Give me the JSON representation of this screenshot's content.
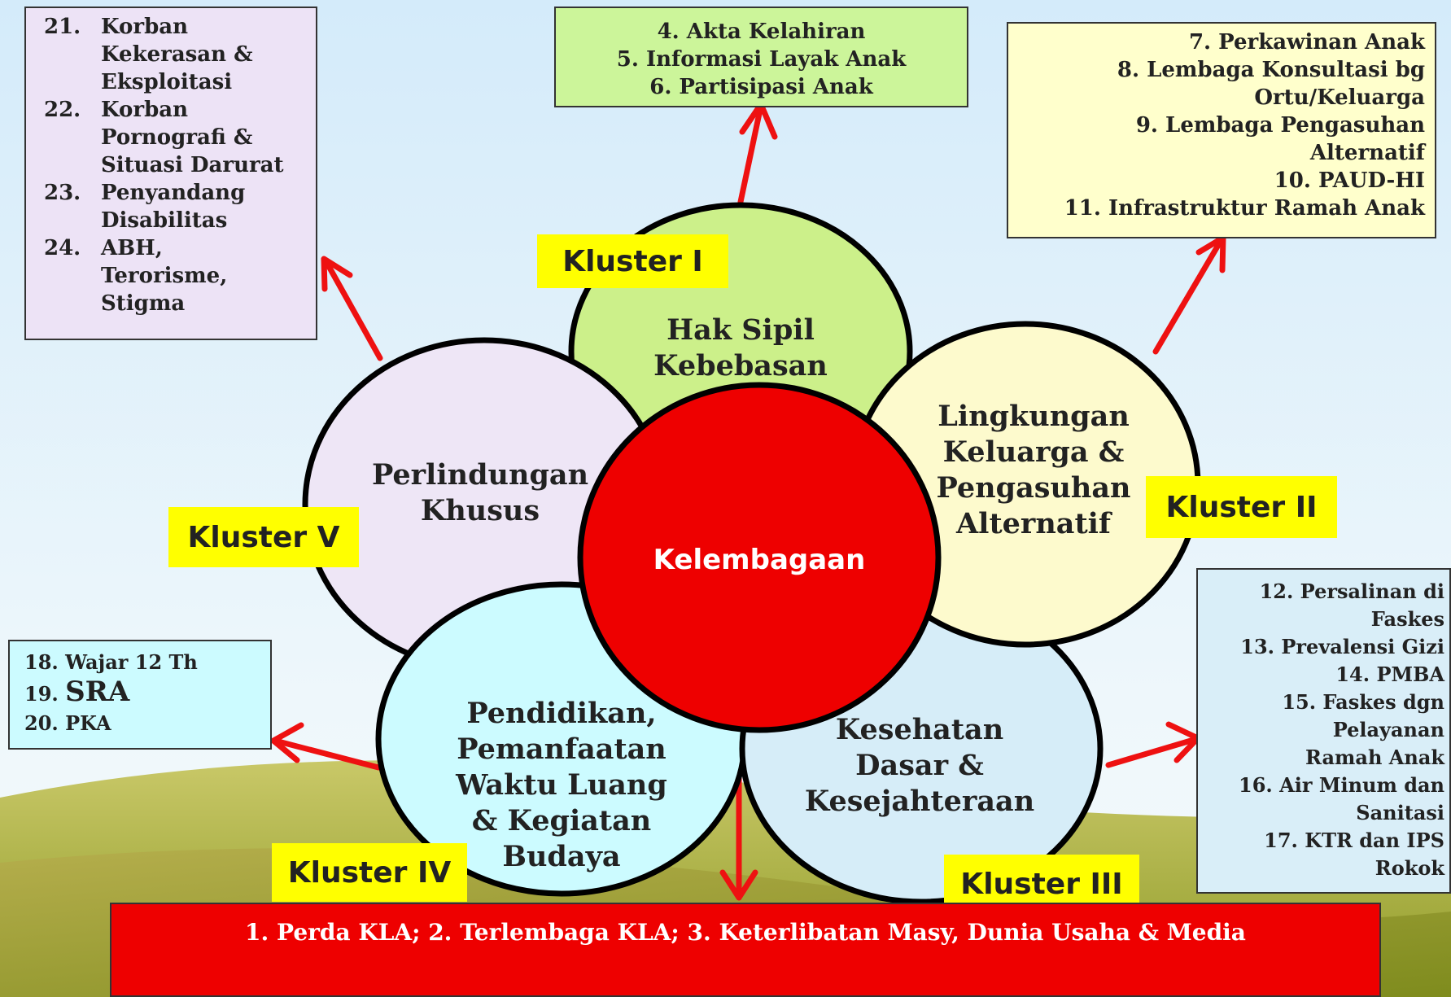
{
  "colors": {
    "sky": "#dfeef8",
    "hill_light": "#c5c25a",
    "hill_dark": "#8a9a2a",
    "arrow": "#ee1111",
    "center": "#ee0000",
    "kluster_label": "#ffff00"
  },
  "center": {
    "label": "Kelembagaan"
  },
  "clusters": [
    {
      "kluster": "Kluster I",
      "fill": "#ccf08a",
      "lines": [
        "Hak Sipil",
        "Kebebasan"
      ]
    },
    {
      "kluster": "Kluster II",
      "fill": "#fdfacd",
      "lines": [
        "Lingkungan",
        "Keluarga &",
        "Pengasuhan",
        "Alternatif"
      ]
    },
    {
      "kluster": "Kluster III",
      "fill": "#d6edf8",
      "lines": [
        "Kesehatan",
        "Dasar &",
        "Kesejahteraan"
      ]
    },
    {
      "kluster": "Kluster IV",
      "fill": "#ccfbff",
      "lines": [
        "Pendidikan,",
        "Pemanfaatan",
        "Waktu Luang",
        "& Kegiatan",
        "Budaya"
      ]
    },
    {
      "kluster": "Kluster V",
      "fill": "#eee6f6",
      "lines": [
        "Perlindungan",
        "Khusus"
      ]
    }
  ],
  "boxes": {
    "top": {
      "fill": "#ccf59a",
      "items": [
        "4. Akta Kelahiran",
        "5. Informasi Layak Anak",
        "6. Partisipasi Anak"
      ]
    },
    "top_right": {
      "fill": "#ffffcc",
      "items": [
        "7. Perkawinan Anak",
        "8. Lembaga Konsultasi bg",
        "Ortu/Keluarga",
        "9. Lembaga Pengasuhan",
        "Alternatif",
        "10. PAUD-HI",
        "11.  Infrastruktur Ramah Anak"
      ]
    },
    "right": {
      "fill": "#d9eef8",
      "items": [
        "12. Persalinan di",
        "Faskes",
        "13. Prevalensi Gizi",
        "14. PMBA",
        "15. Faskes dgn",
        "Pelayanan",
        "Ramah Anak",
        "16. Air Minum dan",
        "Sanitasi",
        "17. KTR dan IPS",
        "Rokok"
      ]
    },
    "left": {
      "fill": "#ccfbff",
      "items": [
        {
          "num": "18.",
          "text": "Wajar 12 Th"
        },
        {
          "num": "19.",
          "text": "SRA"
        },
        {
          "num": "20.",
          "text": "PKA"
        }
      ]
    },
    "top_left": {
      "fill": "#ede3f6",
      "items": [
        {
          "num": "21.",
          "lines": [
            "Korban",
            "Kekerasan &",
            "Eksploitasi"
          ]
        },
        {
          "num": "22.",
          "lines": [
            "Korban",
            "Pornografi &",
            "Situasi Darurat"
          ]
        },
        {
          "num": "23.",
          "lines": [
            "Penyandang",
            "Disabilitas"
          ]
        },
        {
          "num": "24.",
          "lines": [
            "ABH,",
            "Terorisme,",
            "Stigma"
          ]
        }
      ]
    },
    "bottom": {
      "fill": "#ee0000",
      "text": "1. Perda KLA; 2. Terlembaga KLA; 3. Keterlibatan Masy, Dunia Usaha & Media"
    }
  }
}
